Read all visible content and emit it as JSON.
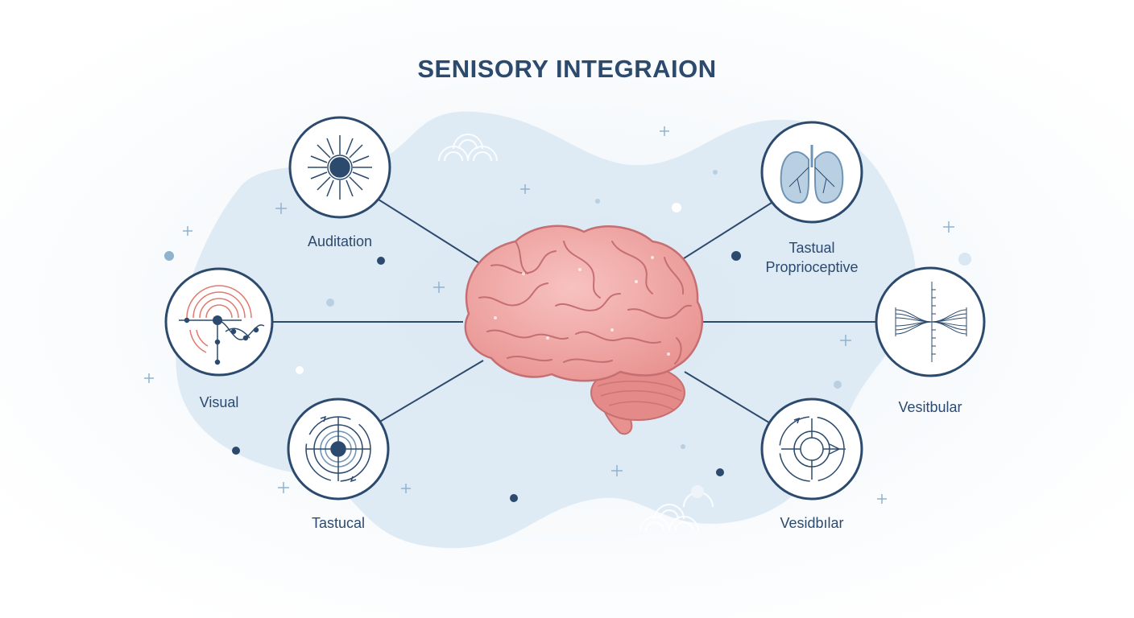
{
  "title": "SENISORY INTEGRAION",
  "nodes": [
    {
      "id": "auditation",
      "label": "Auditation",
      "icon": "radiating-sun-icon"
    },
    {
      "id": "visual",
      "label": "Visual",
      "icon": "concentric-waves-icon"
    },
    {
      "id": "tastucal",
      "label": "Tastucal",
      "icon": "target-rings-icon"
    },
    {
      "id": "tastual-proprioceptive",
      "label": "Tastual\nProprioceptive",
      "icon": "lungs-icon"
    },
    {
      "id": "vesitbular",
      "label": "Vesitbular",
      "icon": "fiber-bundle-icon"
    },
    {
      "id": "vesidbilar",
      "label": "Vesidbılar",
      "icon": "crosshair-icon"
    }
  ],
  "center": {
    "icon": "brain-icon"
  },
  "colors": {
    "title": "#2c4a6e",
    "line": "#2c4a6e",
    "blob": "#d9e7f2",
    "brain": "#f0a6a6",
    "brain_dark": "#c56f73",
    "accent": "#e07a6f"
  }
}
